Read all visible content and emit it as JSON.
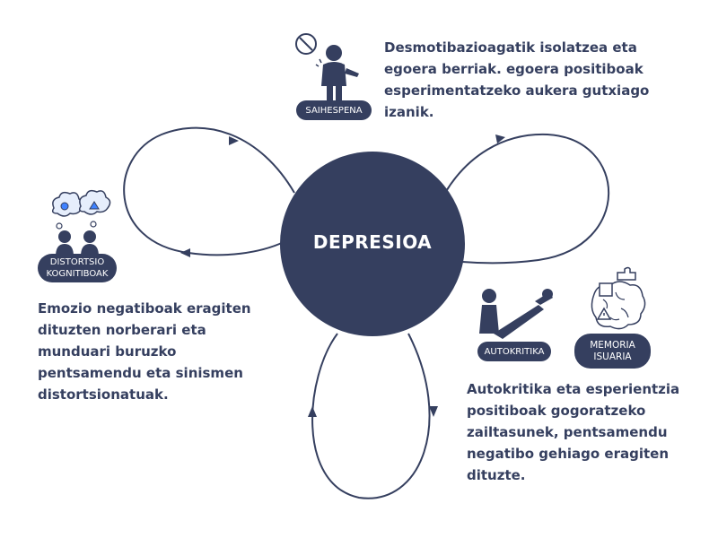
{
  "diagram": {
    "center": "DEPRESIOA",
    "colors": {
      "primary": "#353f5f",
      "background": "#ffffff",
      "icon_accent_blue": "#3f82ff"
    },
    "loops": [
      {
        "label": "SAIHESPENA",
        "icon": "person-with-no-sign-icon",
        "text": "Desmotibazioagatik isolatzea eta egoera berriak. egoera positiboak esperimentatzeko aukera gutxiago izanik."
      },
      {
        "label_lines": [
          "DISTORTSIO",
          "KOGNITIBOAK"
        ],
        "icon": "two-people-thinking-icon",
        "text": "Emozio negatiboak eragiten dituzten norberari eta munduari buruzko pentsamendu eta sinismen distortsionatuak."
      },
      {
        "labels": [
          "AUTOKRITIKA"
        ],
        "label_lines_2": [
          "MEMORIA",
          "ISUARIA"
        ],
        "icons": [
          "person-with-shadow-icon",
          "brain-puzzle-icon"
        ],
        "text": "Autokritika eta esperientzia positiboak gogoratzeko zailtasunek,  pentsamendu negatibo gehiago eragiten dituzte."
      }
    ]
  }
}
